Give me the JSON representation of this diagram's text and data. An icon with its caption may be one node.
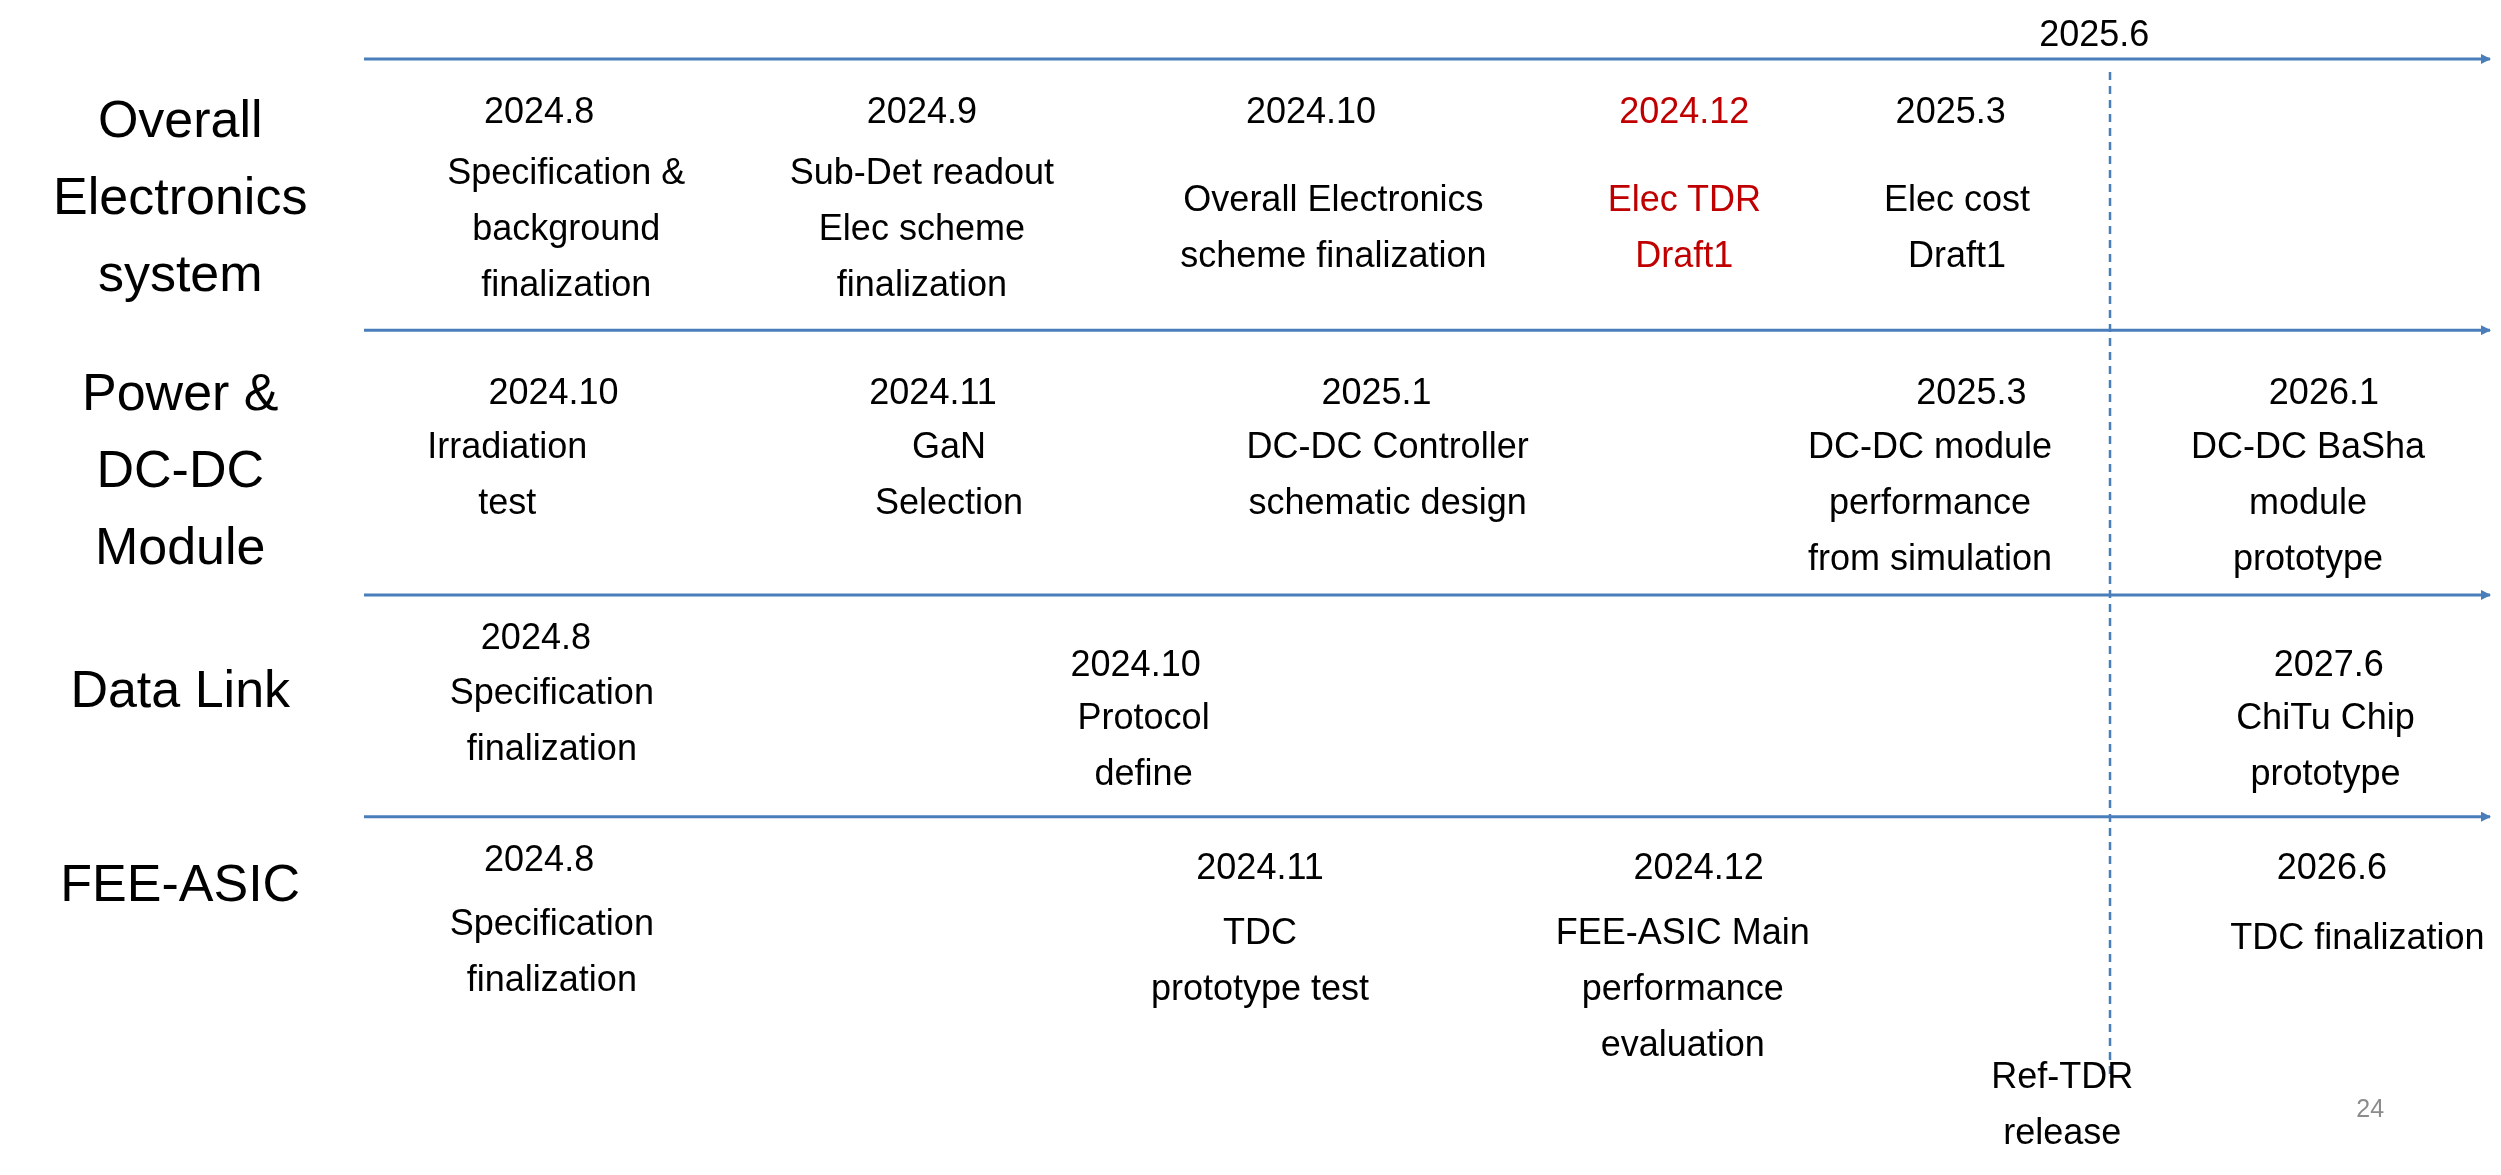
{
  "diagram": {
    "labels": [
      "2025.6",
      "Overall Electronics system",
      "2024.8",
      "Specification & background finalization",
      "2024.9",
      "Sub-Det readout Elec scheme finalization",
      "2024.10",
      "Overall Electronics scheme finalization",
      "2024.12",
      "Elec TDR Draft1",
      "2025.3",
      "Elec cost Draft1",
      "Power & DC-DC Module",
      "2024.10",
      "Irradiation test",
      "2024.11",
      "GaN Selection",
      "2025.1",
      "DC-DC Controller schematic design",
      "2025.3",
      "DC-DC module performance from simulation",
      "2026.1",
      "DC-DC BaSha module prototype",
      "Data Link",
      "2024.8",
      "Specification finalization",
      "2024.10",
      "Protocol define",
      "2027.6",
      "ChiTu Chip prototype",
      "FEE-ASIC",
      "2024.8",
      "Specification finalization",
      "2024.11",
      "TDC prototype test",
      "2024.12",
      "FEE-ASIC Main performance evaluation",
      "2026.6",
      "TDC finalization",
      "Ref-TDR release",
      "24"
    ]
  }
}
